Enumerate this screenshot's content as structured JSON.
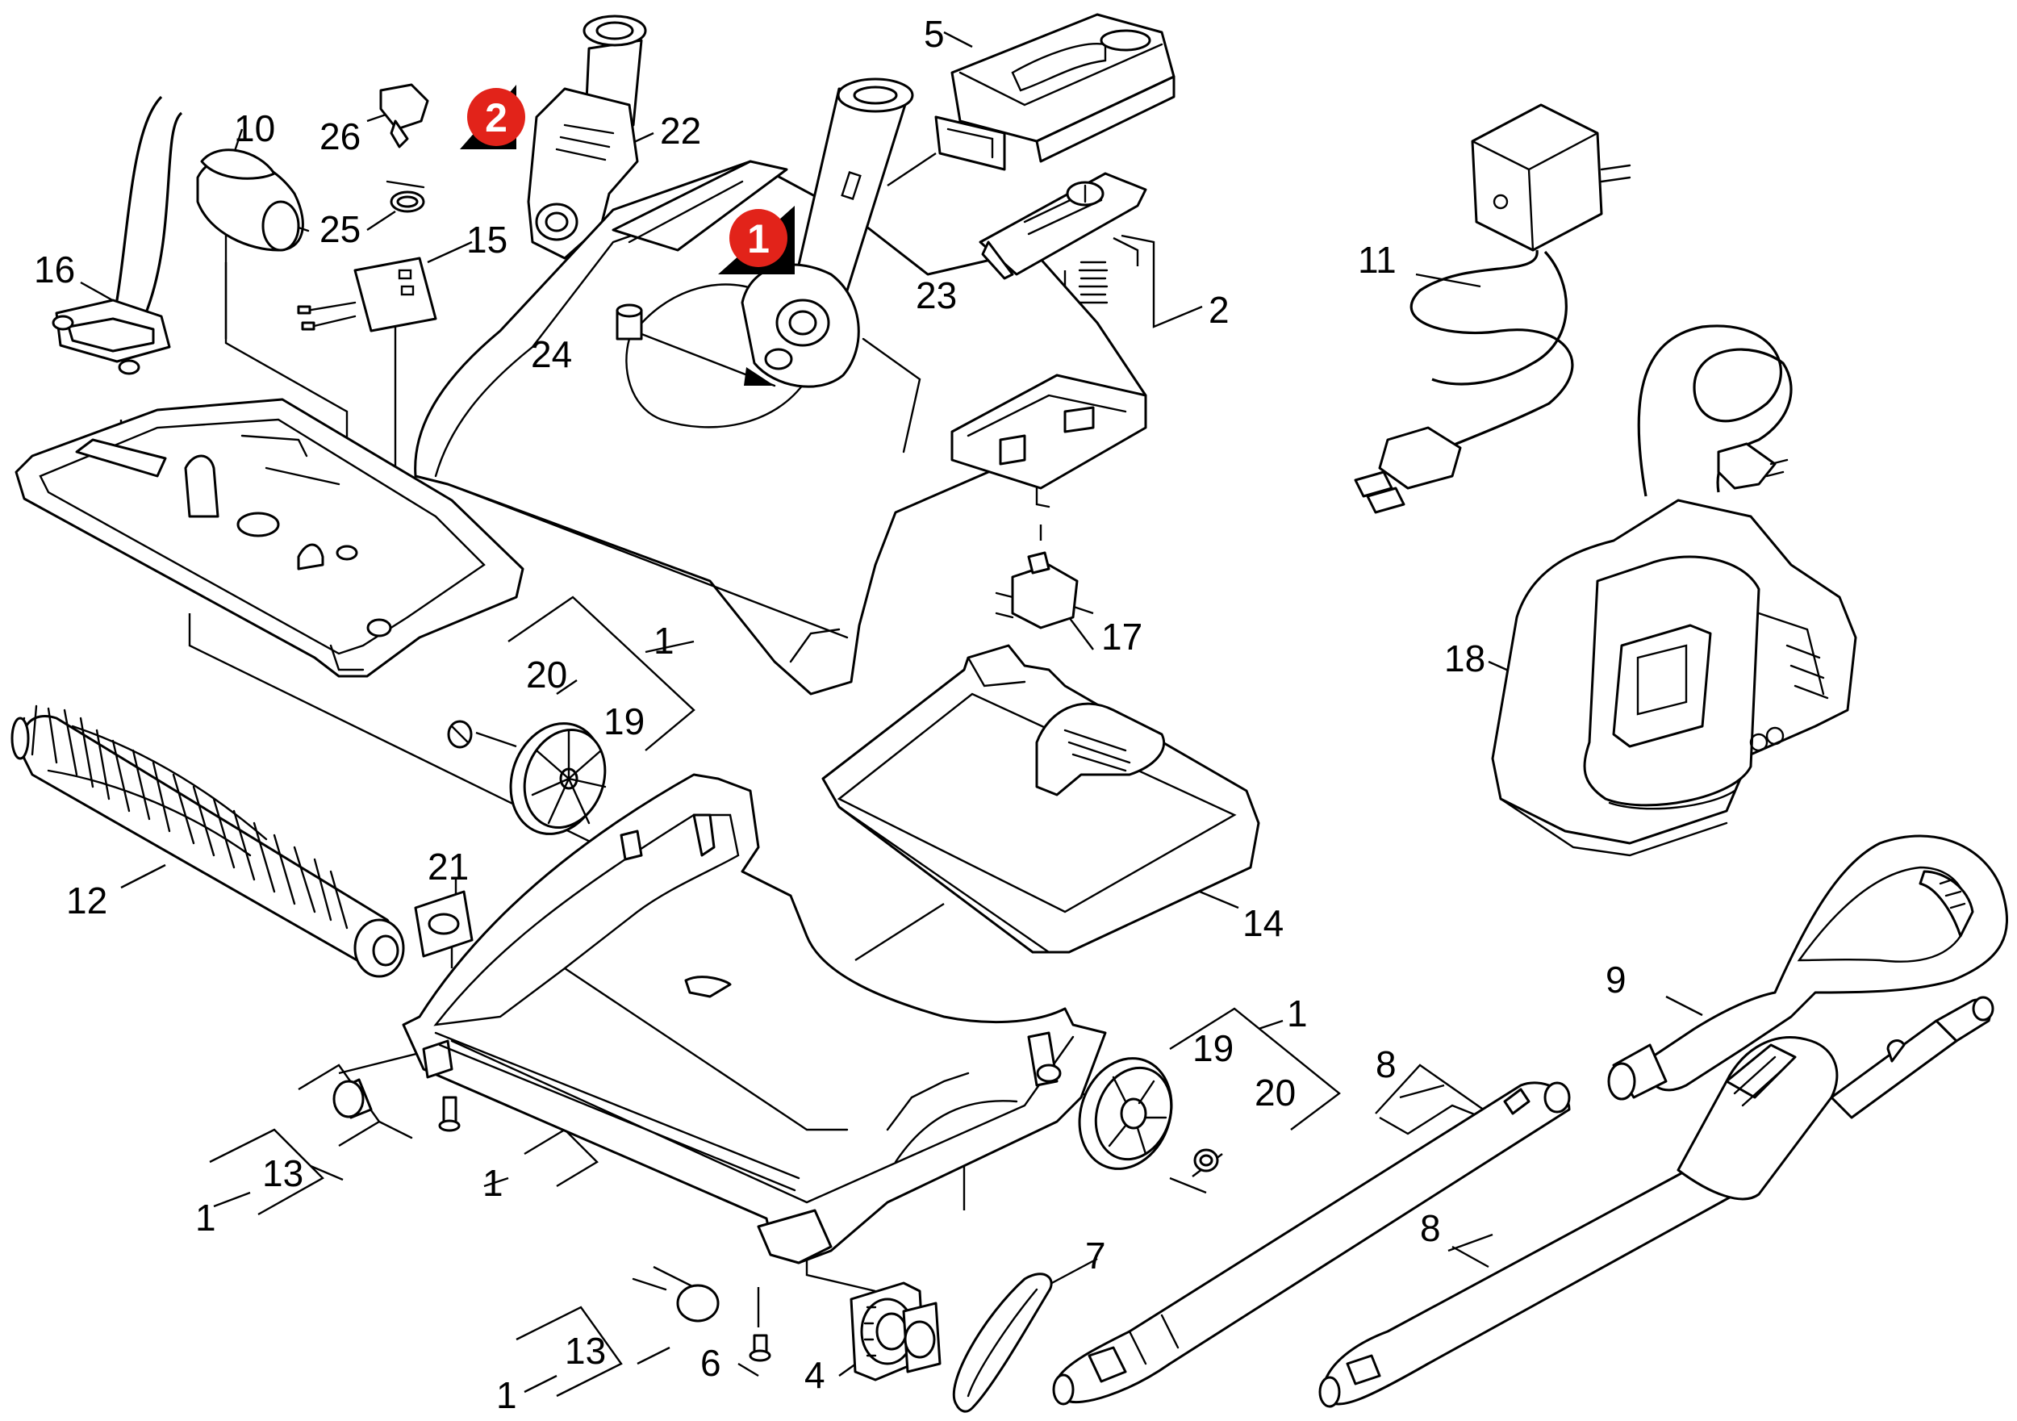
{
  "callouts": [
    {
      "id": "c26",
      "text": "26"
    },
    {
      "id": "c10",
      "text": "10"
    },
    {
      "id": "c25",
      "text": "25"
    },
    {
      "id": "c15",
      "text": "15"
    },
    {
      "id": "c16",
      "text": "16"
    },
    {
      "id": "c22",
      "text": "22"
    },
    {
      "id": "c5",
      "text": "5"
    },
    {
      "id": "c23",
      "text": "23"
    },
    {
      "id": "c24",
      "text": "24"
    },
    {
      "id": "c2",
      "text": "2"
    },
    {
      "id": "c11",
      "text": "11"
    },
    {
      "id": "c17",
      "text": "17"
    },
    {
      "id": "c18",
      "text": "18"
    },
    {
      "id": "c1a",
      "text": "1"
    },
    {
      "id": "c20a",
      "text": "20"
    },
    {
      "id": "c19a",
      "text": "19"
    },
    {
      "id": "c21",
      "text": "21"
    },
    {
      "id": "c12",
      "text": "12"
    },
    {
      "id": "c14",
      "text": "14"
    },
    {
      "id": "c9",
      "text": "9"
    },
    {
      "id": "c1b",
      "text": "1"
    },
    {
      "id": "c19b",
      "text": "19"
    },
    {
      "id": "c20b",
      "text": "20"
    },
    {
      "id": "c8a",
      "text": "8"
    },
    {
      "id": "c13a",
      "text": "13"
    },
    {
      "id": "c1c",
      "text": "1"
    },
    {
      "id": "c1d",
      "text": "1"
    },
    {
      "id": "c8b",
      "text": "8"
    },
    {
      "id": "c7",
      "text": "7"
    },
    {
      "id": "c13b",
      "text": "13"
    },
    {
      "id": "c6",
      "text": "6"
    },
    {
      "id": "c4",
      "text": "4"
    },
    {
      "id": "c1e",
      "text": "1"
    }
  ],
  "steps": [
    {
      "id": "step1",
      "text": "1"
    },
    {
      "id": "step2",
      "text": "2"
    }
  ],
  "colors": {
    "line": "#000000",
    "background": "#ffffff",
    "step_marker": "#e2231a",
    "step_shadow": "#000000"
  }
}
